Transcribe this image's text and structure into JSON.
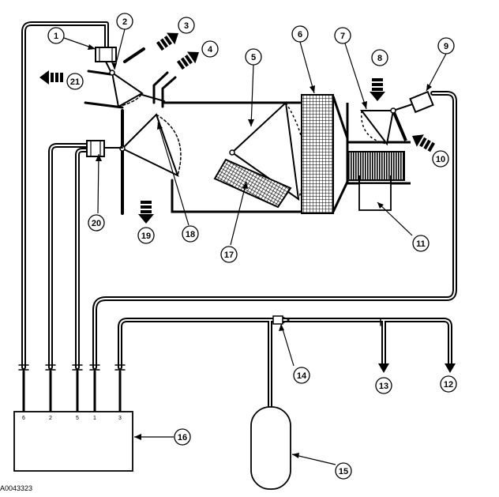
{
  "figure_id": "A0043323",
  "callouts": [
    "1",
    "2",
    "3",
    "4",
    "5",
    "6",
    "7",
    "8",
    "9",
    "10",
    "11",
    "12",
    "13",
    "14",
    "15",
    "16",
    "17",
    "18",
    "19",
    "20",
    "21"
  ],
  "module_ports": [
    "6",
    "2",
    "5",
    "1",
    "3"
  ]
}
